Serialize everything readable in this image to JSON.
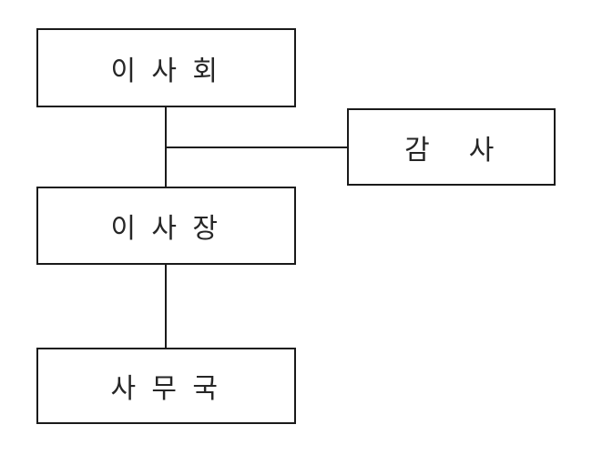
{
  "diagram": {
    "type": "org-chart",
    "background_color": "#ffffff",
    "line_color": "#1a1a1a",
    "text_color": "#262626",
    "nodes": [
      {
        "id": "board",
        "label": "이 사 회"
      },
      {
        "id": "auditor",
        "label": "감   사"
      },
      {
        "id": "chairman",
        "label": "이 사 장"
      },
      {
        "id": "secretariat",
        "label": "사 무 국"
      }
    ],
    "edges": [
      {
        "from": "board",
        "to": "chairman",
        "style": "vertical"
      },
      {
        "from": "board-chairman-line",
        "to": "auditor",
        "style": "horizontal-branch"
      },
      {
        "from": "chairman",
        "to": "secretariat",
        "style": "vertical"
      }
    ]
  }
}
